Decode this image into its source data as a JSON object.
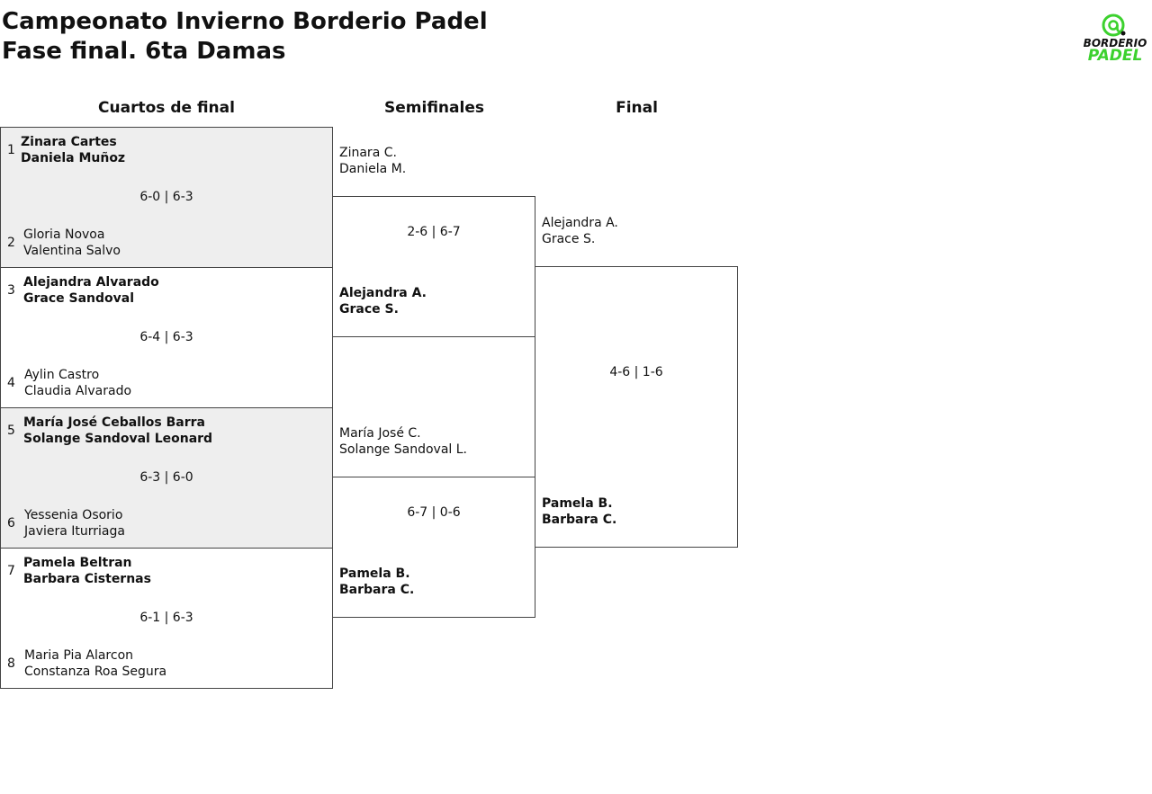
{
  "header": {
    "title_line1": "Campeonato Invierno Borderio Padel",
    "title_line2": "Fase final. 6ta Damas"
  },
  "logo": {
    "icon": "at-sign-ball-icon",
    "word1": "BORDERIO",
    "word2": "PADEL",
    "colors": {
      "black": "#111111",
      "green": "#3cd12e"
    }
  },
  "rounds": {
    "quarterfinals": "Cuartos de final",
    "semifinals": "Semifinales",
    "final": "Final"
  },
  "quarterfinals": [
    {
      "top_seed": "1",
      "top_p1": "Zinara Cartes",
      "top_p2": "Daniela Muñoz",
      "score": "6-0 | 6-3",
      "bot_seed": "2",
      "bot_p1": "Gloria Novoa",
      "bot_p2": "Valentina Salvo",
      "winner": "top"
    },
    {
      "top_seed": "3",
      "top_p1": "Alejandra Alvarado",
      "top_p2": "Grace Sandoval",
      "score": "6-4 | 6-3",
      "bot_seed": "4",
      "bot_p1": "Aylin Castro",
      "bot_p2": "Claudia Alvarado",
      "winner": "top"
    },
    {
      "top_seed": "5",
      "top_p1": "María José Ceballos Barra",
      "top_p2": "Solange Sandoval Leonard",
      "score": "6-3 | 6-0",
      "bot_seed": "6",
      "bot_p1": "Yessenia Osorio",
      "bot_p2": "Javiera Iturriaga",
      "winner": "top"
    },
    {
      "top_seed": "7",
      "top_p1": "Pamela Beltran",
      "top_p2": "Barbara Cisternas",
      "score": "6-1 | 6-3",
      "bot_seed": "8",
      "bot_p1": "Maria Pia Alarcon",
      "bot_p2": "Constanza Roa Segura",
      "winner": "top"
    }
  ],
  "semifinals": [
    {
      "top_p1": "Zinara C.",
      "top_p2": "Daniela M.",
      "score": "2-6 | 6-7",
      "bot_p1": "Alejandra A.",
      "bot_p2": "Grace S.",
      "winner": "bottom"
    },
    {
      "top_p1": "María José C.",
      "top_p2": "Solange Sandoval L.",
      "score": "6-7 | 0-6",
      "bot_p1": "Pamela B.",
      "bot_p2": "Barbara C.",
      "winner": "bottom"
    }
  ],
  "final": {
    "top_p1": "Alejandra A.",
    "top_p2": "Grace S.",
    "score": "4-6 | 1-6",
    "bot_p1": "Pamela B.",
    "bot_p2": "Barbara C.",
    "winner": "bottom"
  }
}
